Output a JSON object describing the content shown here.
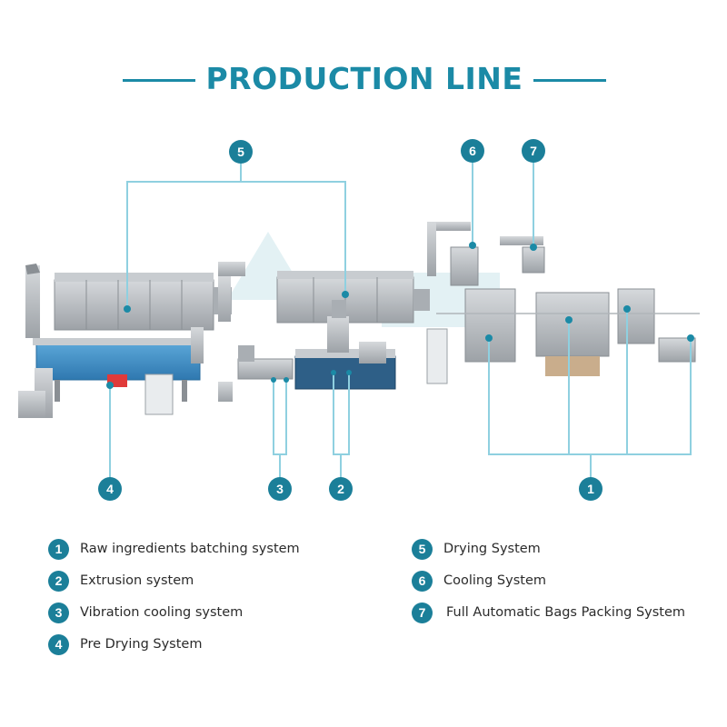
{
  "header": {
    "title": "PRODUCTION LINE"
  },
  "colors": {
    "accent": "#1b8aa6",
    "badge": "#1b7f99",
    "leader": "#8fd0e0",
    "machine_steel": "#b8bcc0",
    "machine_blue": "#3d8fc7"
  },
  "callouts": [
    {
      "number": "1"
    },
    {
      "number": "2"
    },
    {
      "number": "3"
    },
    {
      "number": "4"
    },
    {
      "number": "5"
    },
    {
      "number": "6"
    },
    {
      "number": "7"
    }
  ],
  "legend": [
    {
      "number": "1",
      "label": "Raw ingredients batching system"
    },
    {
      "number": "2",
      "label": "Extrusion system"
    },
    {
      "number": "3",
      "label": "Vibration cooling system"
    },
    {
      "number": "4",
      "label": "Pre Drying System"
    },
    {
      "number": "5",
      "label": "Drying System"
    },
    {
      "number": "6",
      "label": "Cooling System"
    },
    {
      "number": "7",
      "label": "Full Automatic Bags Packing System"
    }
  ]
}
